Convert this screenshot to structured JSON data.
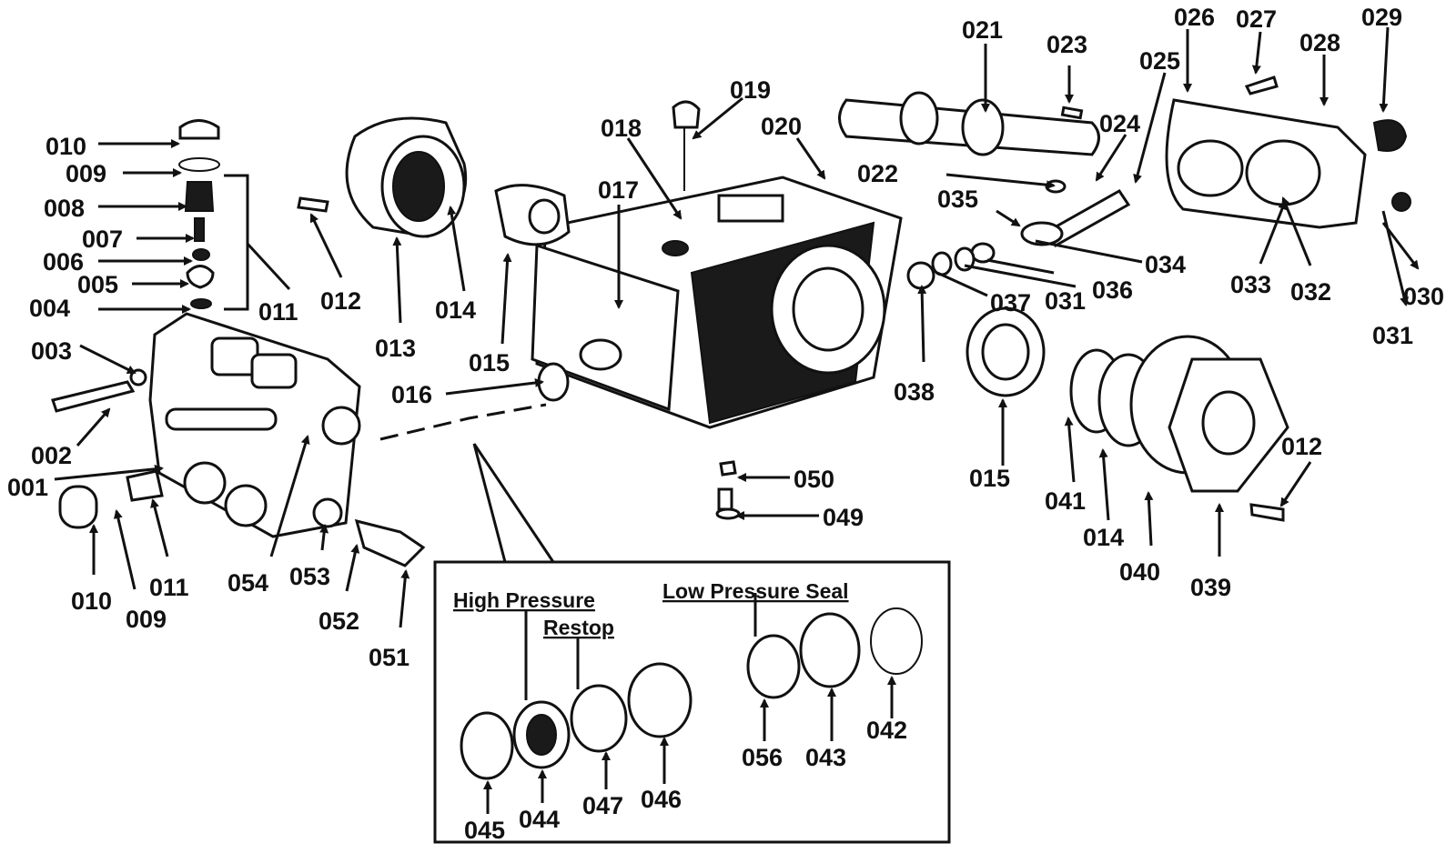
{
  "labels": {
    "p001": "001",
    "p002": "002",
    "p003": "003",
    "p004": "004",
    "p005": "005",
    "p006": "006",
    "p007": "007",
    "p008": "008",
    "p009": "009",
    "p010": "010",
    "p011": "011",
    "p009b": "009",
    "p010b": "010",
    "p011b": "011",
    "p012": "012",
    "p012b": "012",
    "p013": "013",
    "p014": "014",
    "p014b": "014",
    "p015": "015",
    "p015b": "015",
    "p016": "016",
    "p017": "017",
    "p018": "018",
    "p019": "019",
    "p020": "020",
    "p021": "021",
    "p022": "022",
    "p023": "023",
    "p024": "024",
    "p025": "025",
    "p026": "026",
    "p027": "027",
    "p028": "028",
    "p029": "029",
    "p030": "030",
    "p031": "031",
    "p031b": "031",
    "p032": "032",
    "p033": "033",
    "p034": "034",
    "p035": "035",
    "p036": "036",
    "p037": "037",
    "p038": "038",
    "p039": "039",
    "p040": "040",
    "p041": "041",
    "p042": "042",
    "p043": "043",
    "p044": "044",
    "p045": "045",
    "p046": "046",
    "p047": "047",
    "p049": "049",
    "p050": "050",
    "p051": "051",
    "p052": "052",
    "p053": "053",
    "p054": "054",
    "p056": "056"
  },
  "inset": {
    "high_pressure": "High Pressure",
    "restop": "Restop",
    "low_pressure_seal": "Low Pressure Seal"
  }
}
